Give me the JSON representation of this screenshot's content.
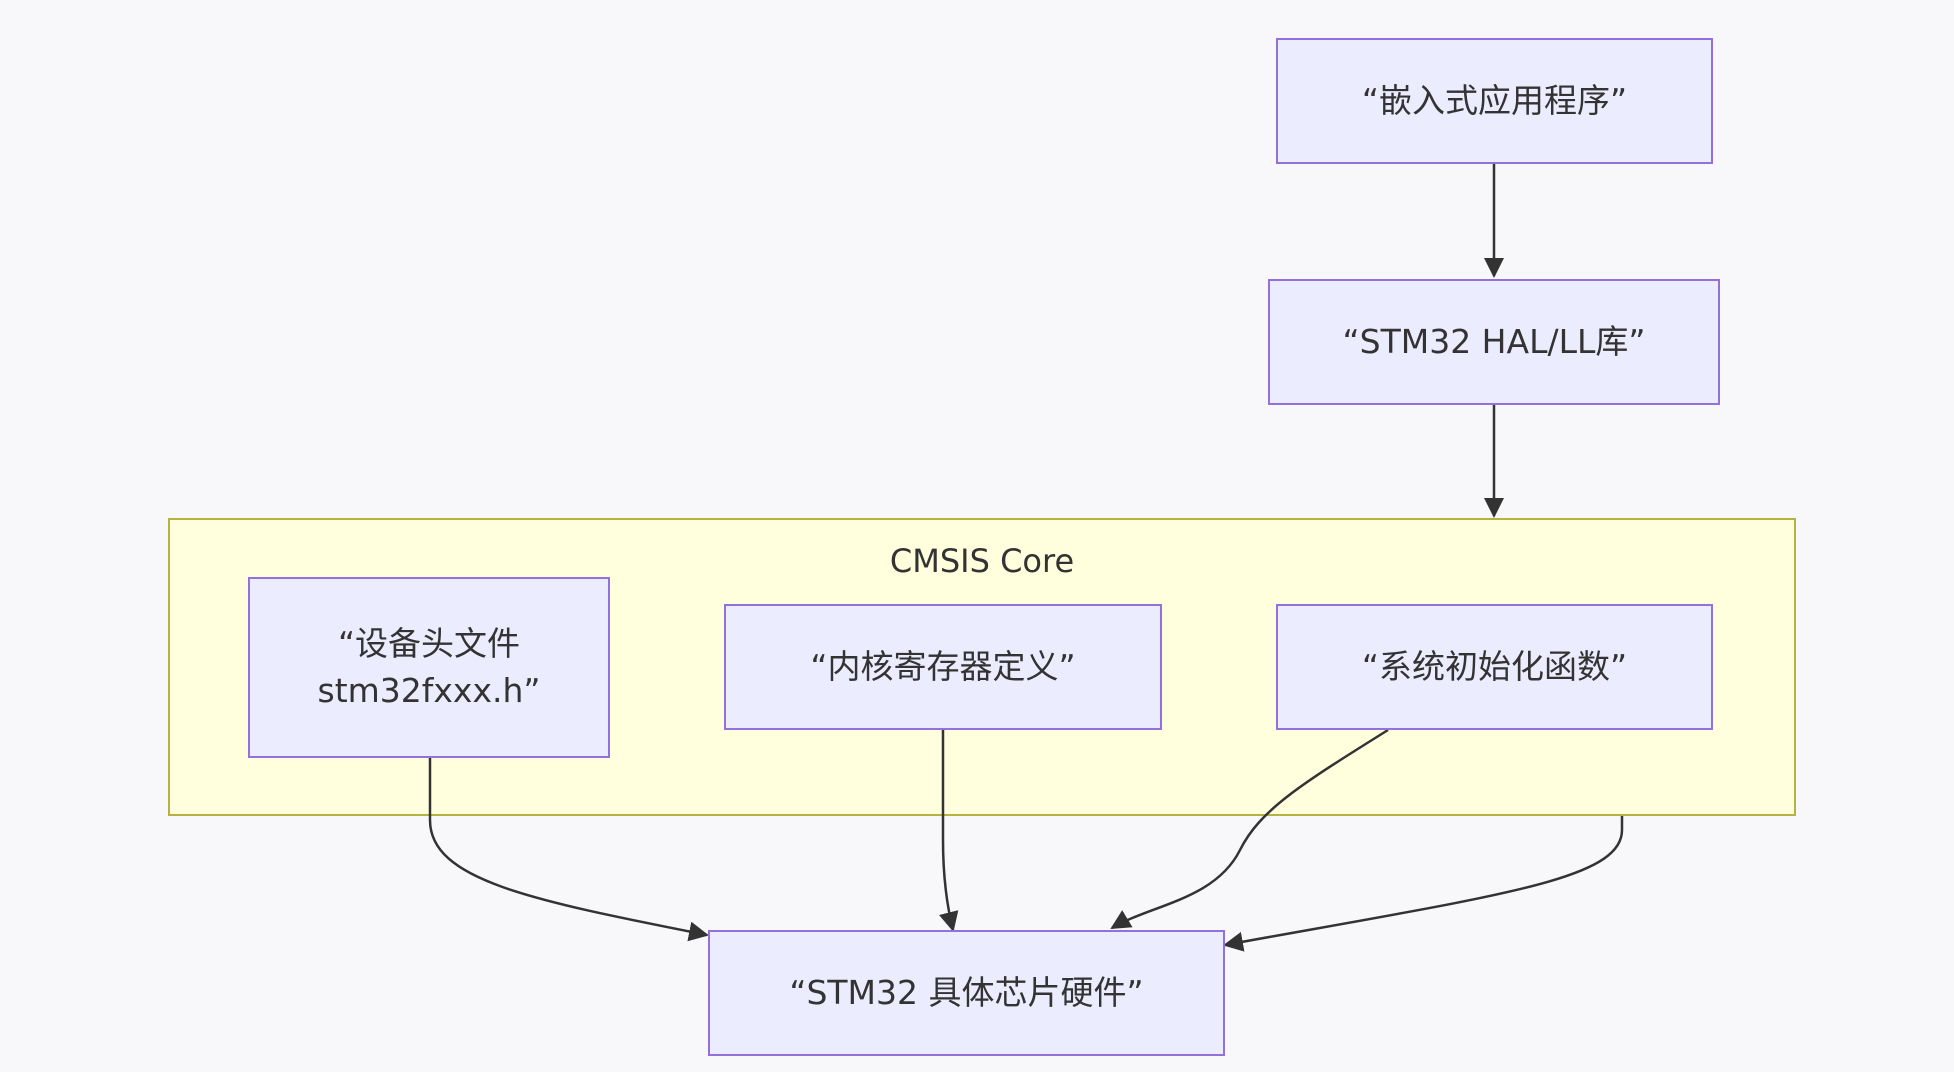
{
  "diagram": {
    "subgraph": {
      "title": "CMSIS Core"
    },
    "nodes": {
      "app": "“嵌入式应用程序”",
      "hal": "“STM32 HAL/LL库”",
      "device_header": {
        "line1": "“设备头文件",
        "line2": "stm32fxxx.h”"
      },
      "core_registers": "“内核寄存器定义”",
      "system_init": "“系统初始化函数”",
      "hardware": "“STM32 具体芯片硬件”"
    },
    "colors": {
      "background": "#f8f8fb",
      "node_fill": "#ececff",
      "node_border": "#9370db",
      "subgraph_fill": "#ffffde",
      "subgraph_border": "#b6b23f",
      "edge": "#333333"
    }
  }
}
